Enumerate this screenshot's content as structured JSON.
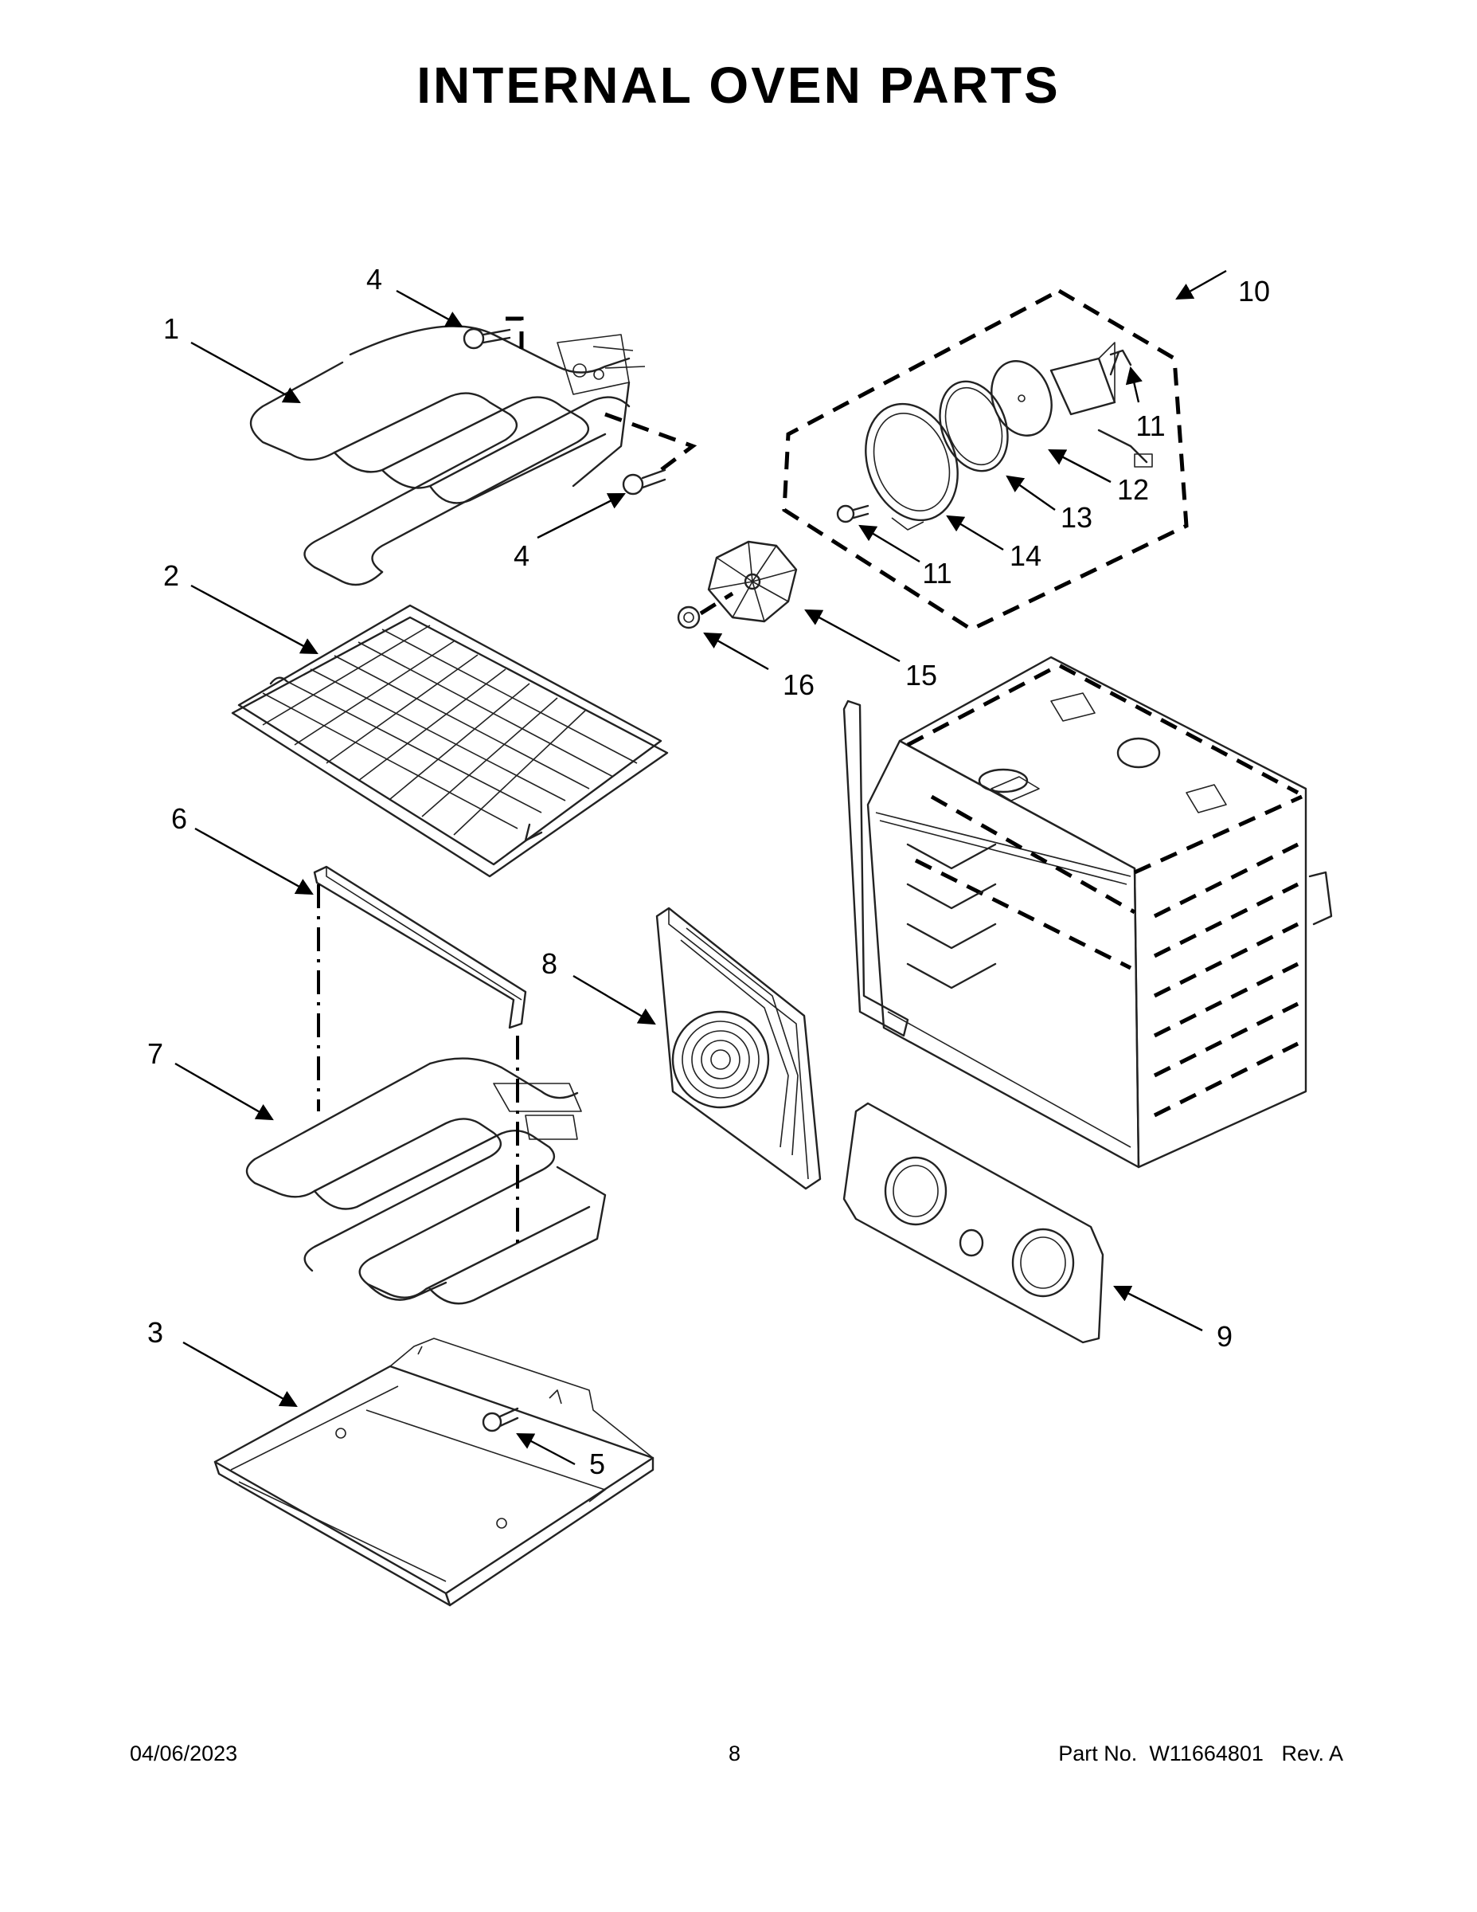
{
  "title": "INTERNAL OVEN PARTS",
  "footer": {
    "date": "04/06/2023",
    "page": "8",
    "part_label": "Part No.",
    "part_number": "W11664801",
    "revision": "Rev.  A"
  },
  "callouts": {
    "c1": "1",
    "c2": "2",
    "c3": "3",
    "c4a": "4",
    "c4b": "4",
    "c5": "5",
    "c6": "6",
    "c7": "7",
    "c8": "8",
    "c9": "9",
    "c10": "10",
    "c11a": "11",
    "c11b": "11",
    "c12": "12",
    "c13": "13",
    "c14": "14",
    "c15": "15",
    "c16": "16"
  }
}
